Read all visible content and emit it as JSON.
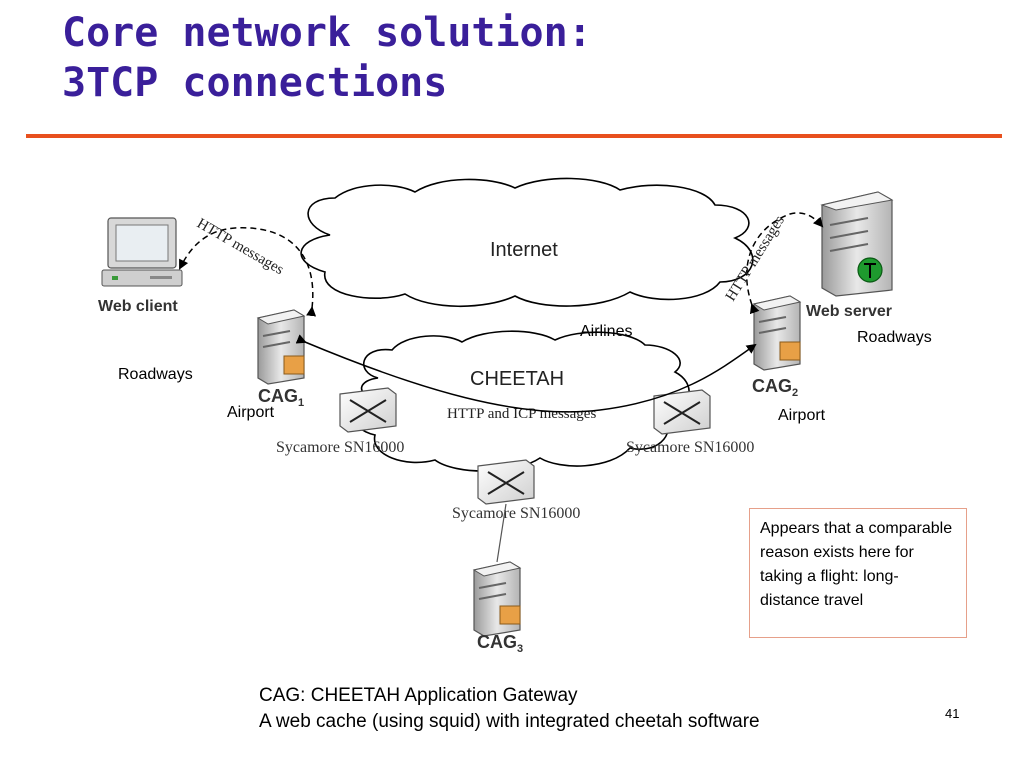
{
  "slide": {
    "title_line1": "Core network solution:",
    "title_line2": "3TCP connections",
    "page_number": "41"
  },
  "diagram": {
    "internet_label": "Internet",
    "cheetah_label": "CHEETAH",
    "web_client_label": "Web client",
    "web_server_label": "Web server",
    "http_messages_left": "HTTP messages",
    "http_messages_right": "HTTP messages",
    "http_icp_label": "HTTP and ICP messages",
    "cag1_label": "CAG",
    "cag1_sub": "1",
    "cag2_label": "CAG",
    "cag2_sub": "2",
    "cag3_label": "CAG",
    "cag3_sub": "3",
    "switch_left_label": "Sycamore SN16000",
    "switch_right_label": "Sycamore SN16000",
    "switch_bottom_label": "Sycamore SN16000"
  },
  "annotations": {
    "airlines": "Airlines",
    "roadways_left": "Roadways",
    "roadways_right": "Roadways",
    "airport_left": "Airport",
    "airport_right": "Airport"
  },
  "note": "Appears that a comparable reason exists here for taking a flight: long-distance travel",
  "caption": {
    "line1": "CAG: CHEETAH Application Gateway",
    "line2": "A web cache (using squid) with integrated cheetah software"
  }
}
